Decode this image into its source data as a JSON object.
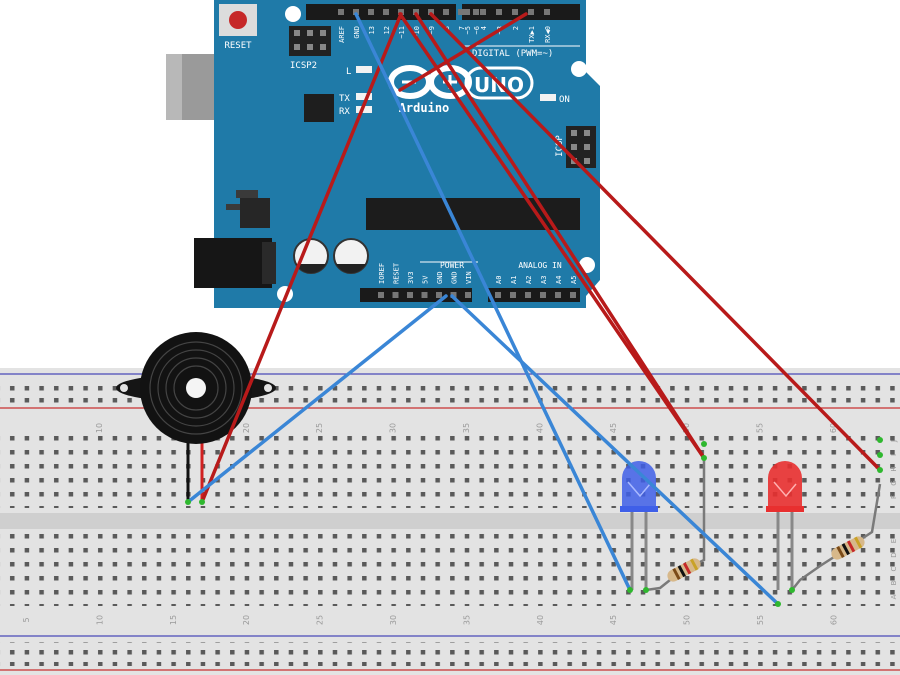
{
  "arduino": {
    "reset_label": "RESET",
    "icsp2_label": "ICSP2",
    "icsp_label": "ICSP",
    "l_label": "L",
    "tx_label": "TX",
    "rx_label": "RX",
    "on_label": "ON",
    "brand_label": "Arduino",
    "model_label": "UNO",
    "digital_label": "DIGITAL (PWM=~)",
    "power_label": "POWER",
    "analog_label": "ANALOG IN",
    "top_pin_labels": [
      "AREF",
      "GND",
      "13",
      "12",
      "~11",
      "~10",
      "~9",
      "8",
      "7",
      "~6",
      "~5",
      "4",
      "~3",
      "2",
      "TX▶1",
      "RX◀0"
    ],
    "power_pin_labels": [
      "IOREF",
      "RESET",
      "3V3",
      "5V",
      "GND",
      "GND",
      "VIN"
    ],
    "analog_pin_labels": [
      "A0",
      "A1",
      "A2",
      "A3",
      "A4",
      "A5"
    ],
    "board_color": "#1f7aa8"
  },
  "breadboard": {
    "column_numbers_top": [
      "10",
      "15",
      "20",
      "25",
      "30",
      "35",
      "40",
      "45",
      "50",
      "55",
      "60"
    ],
    "column_numbers_bottom": [
      "5",
      "10",
      "15",
      "20",
      "25",
      "30",
      "35",
      "40",
      "45",
      "50",
      "55",
      "60"
    ],
    "row_letters_top": [
      "J",
      "I",
      "H",
      "G",
      "F"
    ],
    "row_letters_bottom": [
      "E",
      "D",
      "C",
      "B",
      "A"
    ]
  },
  "components": {
    "blue_led_color": "#3f5fe8",
    "red_led_color": "#e82f2f",
    "wire_red": "#b81a1a",
    "wire_blue": "#3a86d6"
  }
}
